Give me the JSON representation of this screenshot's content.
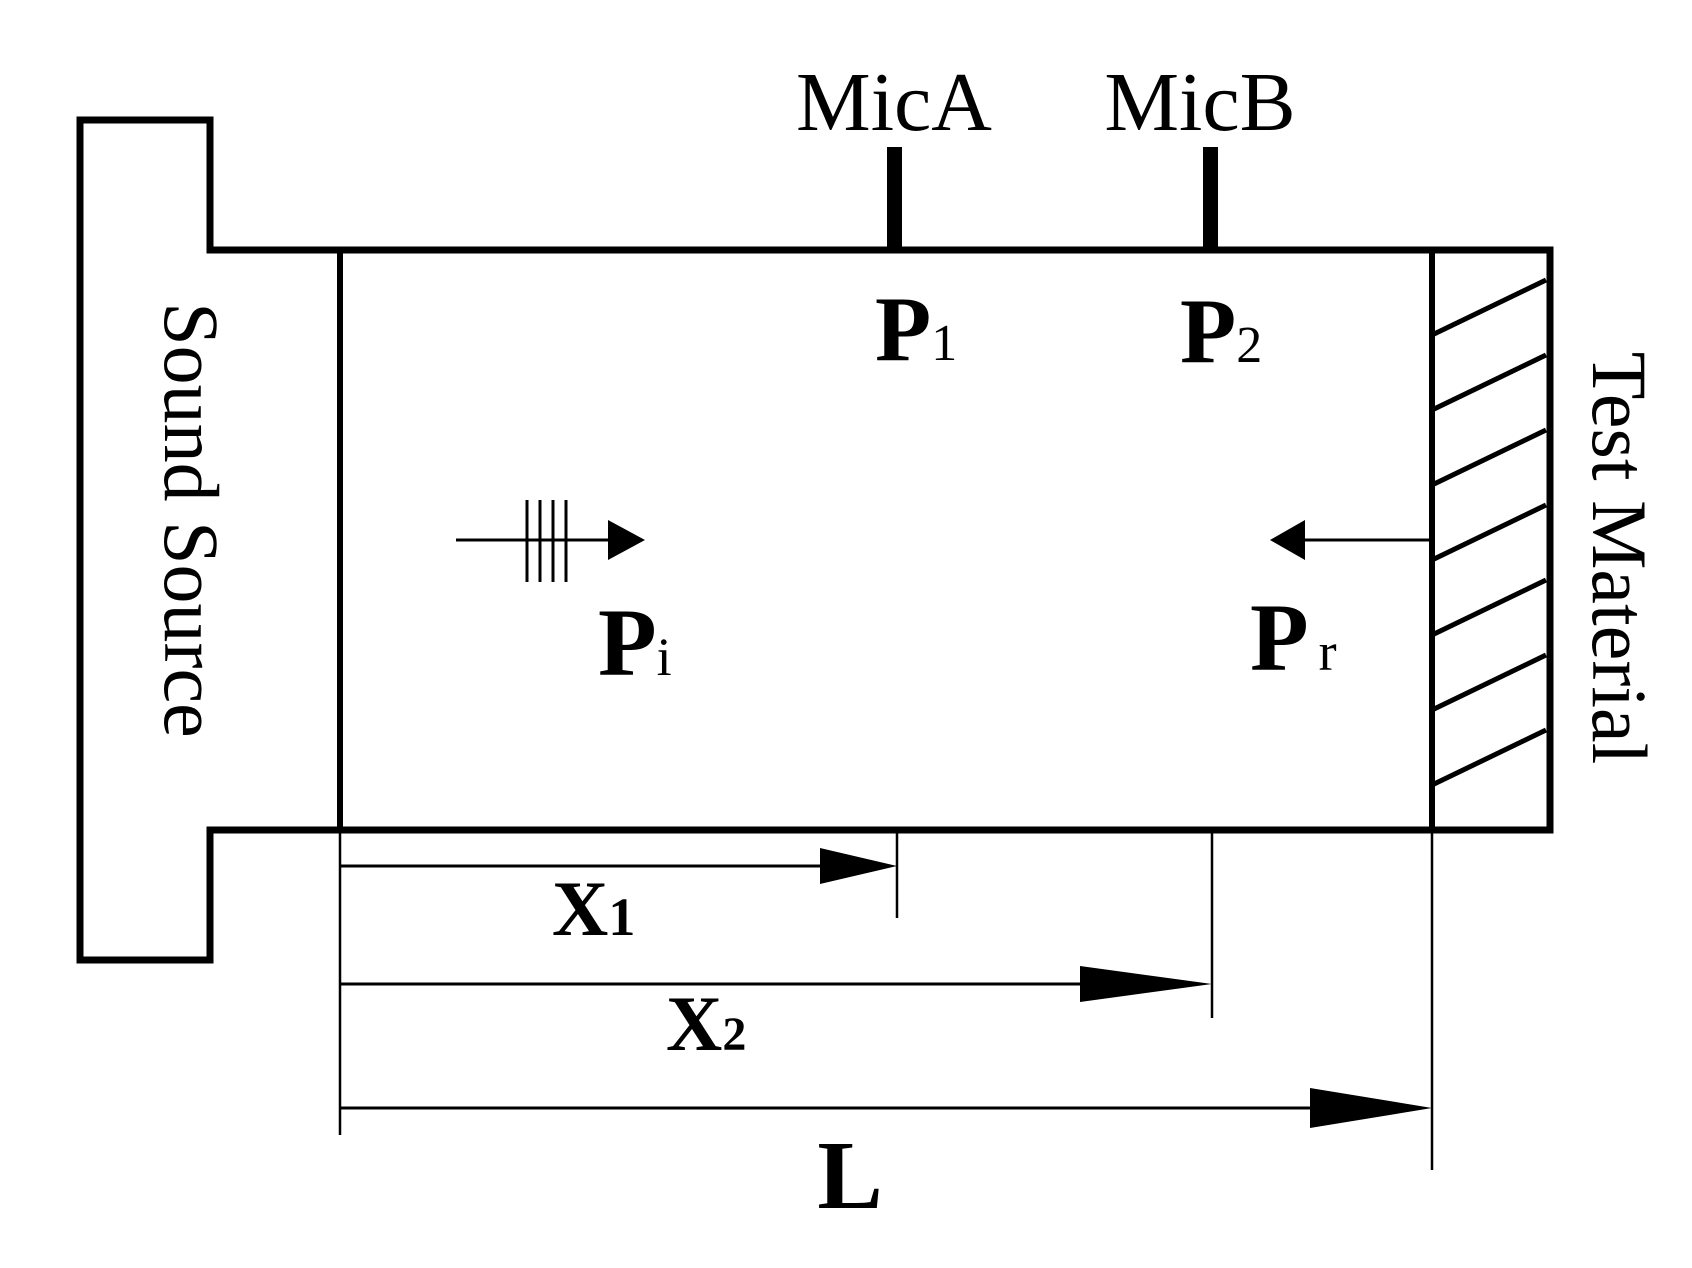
{
  "labels": {
    "mic_a": "MicA",
    "mic_b": "MicB",
    "sound_source": "Sound Source",
    "test_material": "Test Material",
    "p1": {
      "main": "P",
      "sub": "1"
    },
    "p2": {
      "main": "P",
      "sub": "2"
    },
    "pi": {
      "main": "P",
      "sub": "i"
    },
    "pr": {
      "main": "P",
      "sub": "r"
    },
    "x1": {
      "main": "X",
      "sub": "1"
    },
    "x2": {
      "main": "X",
      "sub": "2"
    },
    "length": "L"
  },
  "colors": {
    "stroke": "#000000",
    "background": "#ffffff"
  }
}
